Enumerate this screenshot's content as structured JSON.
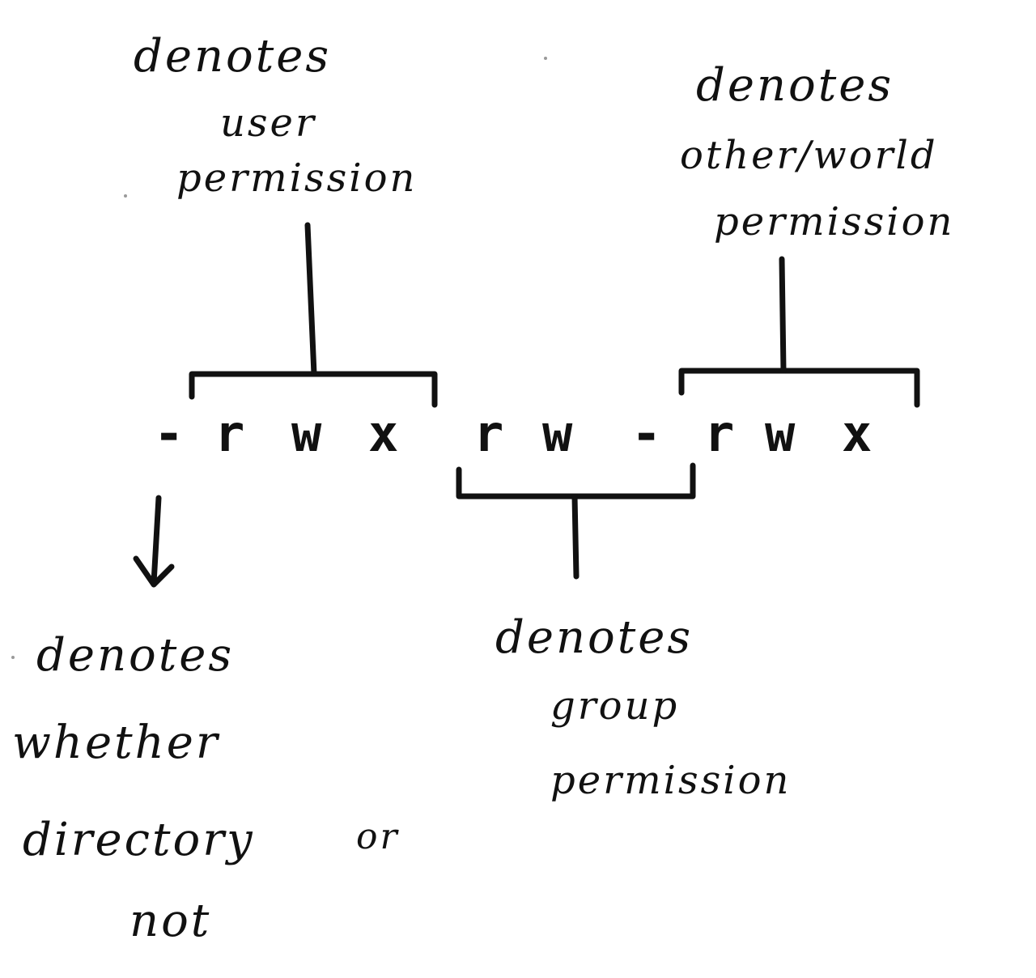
{
  "labels": {
    "user": [
      "denotes",
      "user",
      "permission"
    ],
    "other": [
      "denotes",
      "other/world",
      "permission"
    ],
    "type": [
      "denotes",
      "whether",
      "directory",
      "or",
      "not"
    ],
    "group": [
      "denotes",
      "group",
      "permission"
    ]
  },
  "permission_string": [
    "-",
    "r",
    "w",
    "x",
    "r",
    "w",
    "-",
    "r",
    "w",
    "x"
  ]
}
